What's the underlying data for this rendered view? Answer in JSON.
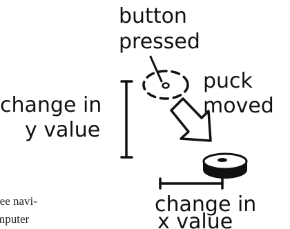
{
  "labels": {
    "button_pressed": [
      "button",
      "pressed"
    ],
    "puck_moved": [
      "puck",
      "moved"
    ],
    "change_in_y": [
      "change in",
      "y value"
    ],
    "change_in_x": [
      "change in",
      "x value"
    ]
  },
  "body_text_fragments": [
    "ree navi-",
    "mputer"
  ],
  "colors": {
    "ink": "#111111",
    "background": "#ffffff"
  }
}
